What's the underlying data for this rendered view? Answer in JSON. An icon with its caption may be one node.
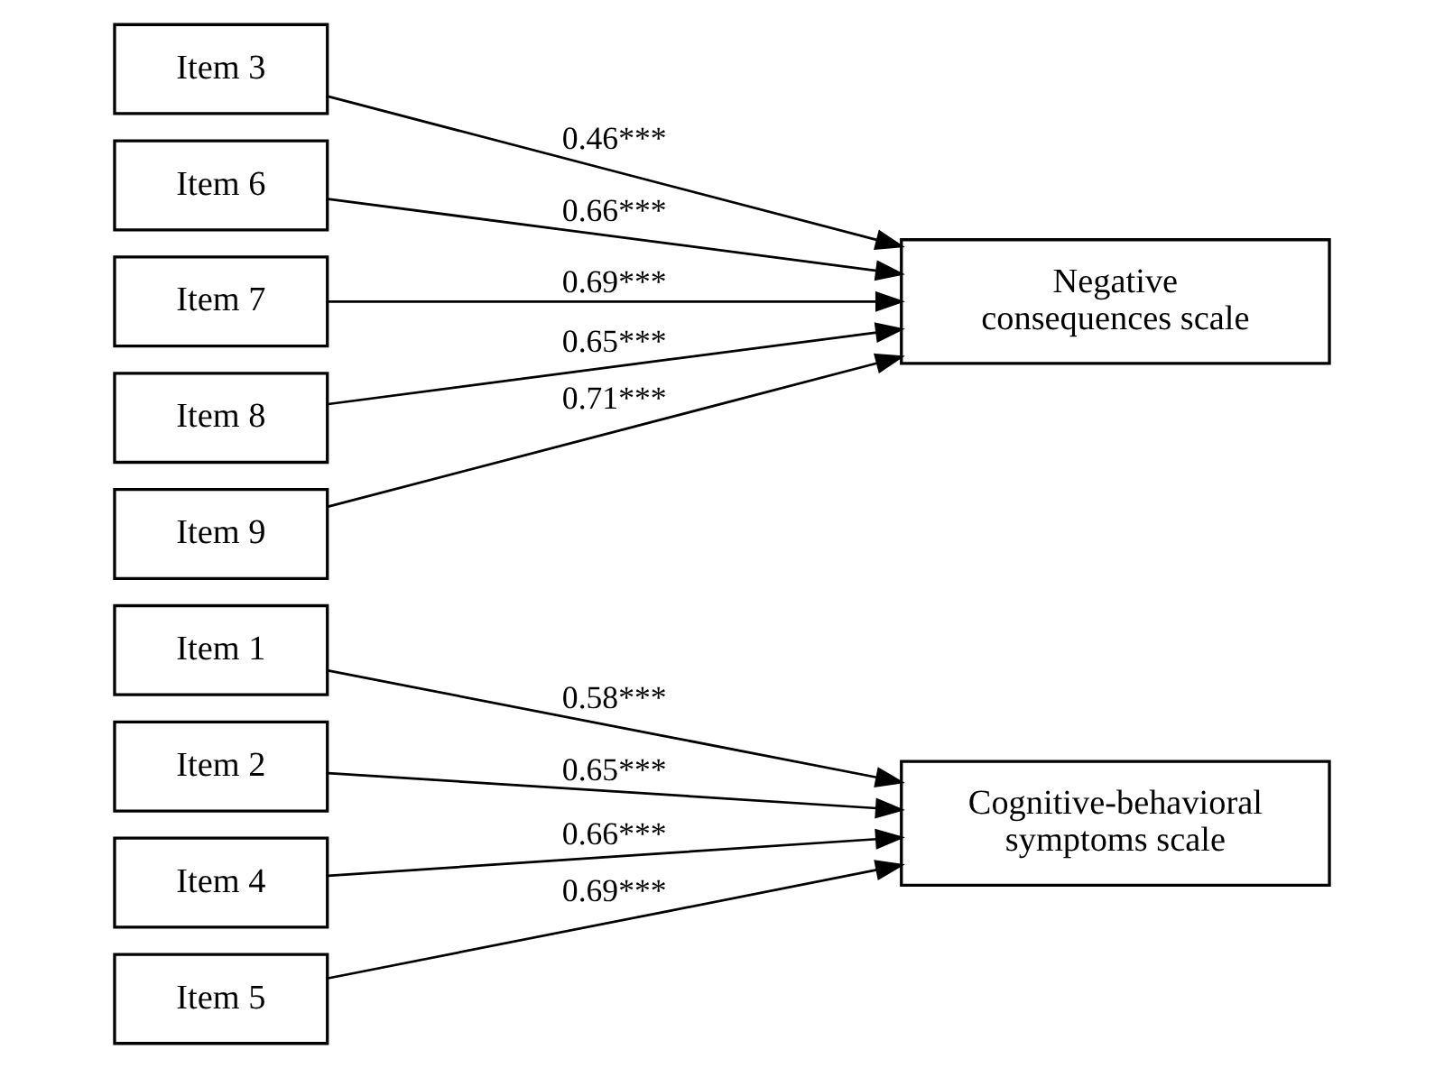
{
  "diagram": {
    "nodes": [
      {
        "text": [
          "Item 1"
        ]
      },
      {
        "text": [
          "Item 2"
        ]
      },
      {
        "text": [
          "Item 4"
        ]
      },
      {
        "text": [
          "Item 5"
        ]
      },
      {
        "text": [
          "Cognitive-behavioral symptoms scale"
        ]
      },
      {
        "text": [
          "Item 3"
        ]
      },
      {
        "text": [
          "Item 6"
        ]
      },
      {
        "text": [
          "Item 7"
        ]
      },
      {
        "text": [
          "Item 8"
        ]
      },
      {
        "text": [
          "Item 9"
        ]
      },
      {
        "text": [
          "Negative consequences scale"
        ]
      }
    ],
    "edges": [
      {
        "from": 0,
        "to": 4,
        "arrow": "to",
        "label": "0.58***"
      },
      {
        "from": 1,
        "to": 4,
        "arrow": "to",
        "label": "0.65***"
      },
      {
        "from": 2,
        "to": 4,
        "arrow": "to",
        "label": "0.66***"
      },
      {
        "from": 3,
        "to": 4,
        "arrow": "to",
        "label": "0.69***"
      },
      {
        "from": 5,
        "to": 10,
        "arrow": "to",
        "label": "0.46***"
      },
      {
        "from": 6,
        "to": 10,
        "arrow": "to",
        "label": "0.66***"
      },
      {
        "from": 7,
        "to": 10,
        "arrow": "to",
        "label": "0.69***"
      },
      {
        "from": 8,
        "to": 10,
        "arrow": "to",
        "label": "0.65***"
      },
      {
        "from": 9,
        "to": 10,
        "arrow": "to",
        "label": "0.71***"
      }
    ]
  }
}
